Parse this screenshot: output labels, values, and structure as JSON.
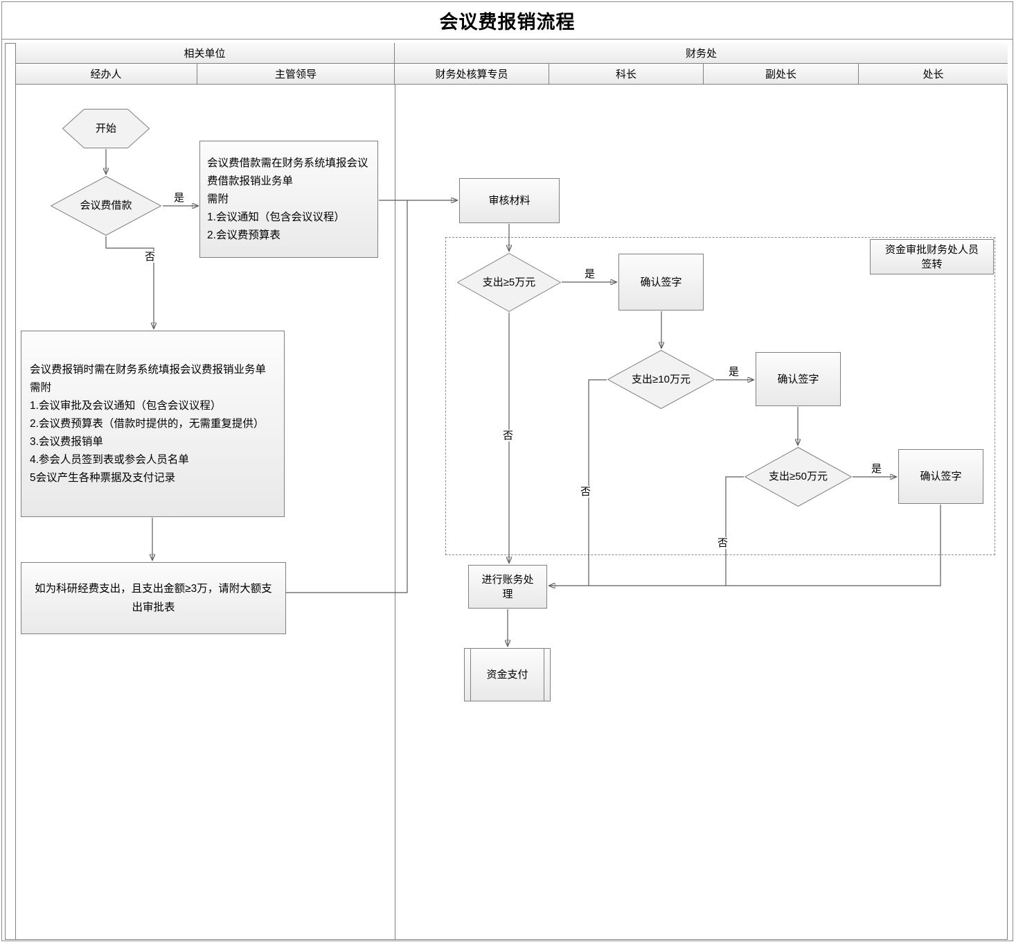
{
  "title": "会议费报销流程",
  "lanes": {
    "group_related": "相关单位",
    "group_finance": "财务处",
    "columns": [
      "经办人",
      "主管领导",
      "财务处核算专员",
      "科长",
      "副处长",
      "处长"
    ]
  },
  "nodes": {
    "start": "开始",
    "loan_decision": "会议费借款",
    "loan_note": "会议费借款需在财务系统填报会议费借款报销业务单\n需附\n1.会议通知（包含会议议程）\n2.会议费预算表",
    "reimburse_note": "会议费报销时需在财务系统填报会议费报销业务单\n需附\n1.会议审批及会议通知（包含会议议程）\n2.会议费预算表（借款时提供的，无需重复提供）\n3.会议费报销单\n4.参会人员签到表或参会人员名单\n5会议产生各种票据及支付记录",
    "large_expense_note": "如为科研经费支出，且支出金额≥3万，请附大额支出审批表",
    "review_materials": "审核材料",
    "ge_5w": "支出≥5万元",
    "confirm_sign": "确认签字",
    "ge_10w": "支出≥10万元",
    "ge_50w": "支出≥50万元",
    "accounting": "进行账务处理",
    "payment": "资金支付",
    "fund_approval_note": "资金审批财务处人员签转"
  },
  "edge_labels": {
    "yes": "是",
    "no": "否"
  },
  "colors": {
    "shape_border": "#7f7f7f",
    "connector": "#5a5a5a",
    "shape_fill": "#f2f2f2"
  }
}
